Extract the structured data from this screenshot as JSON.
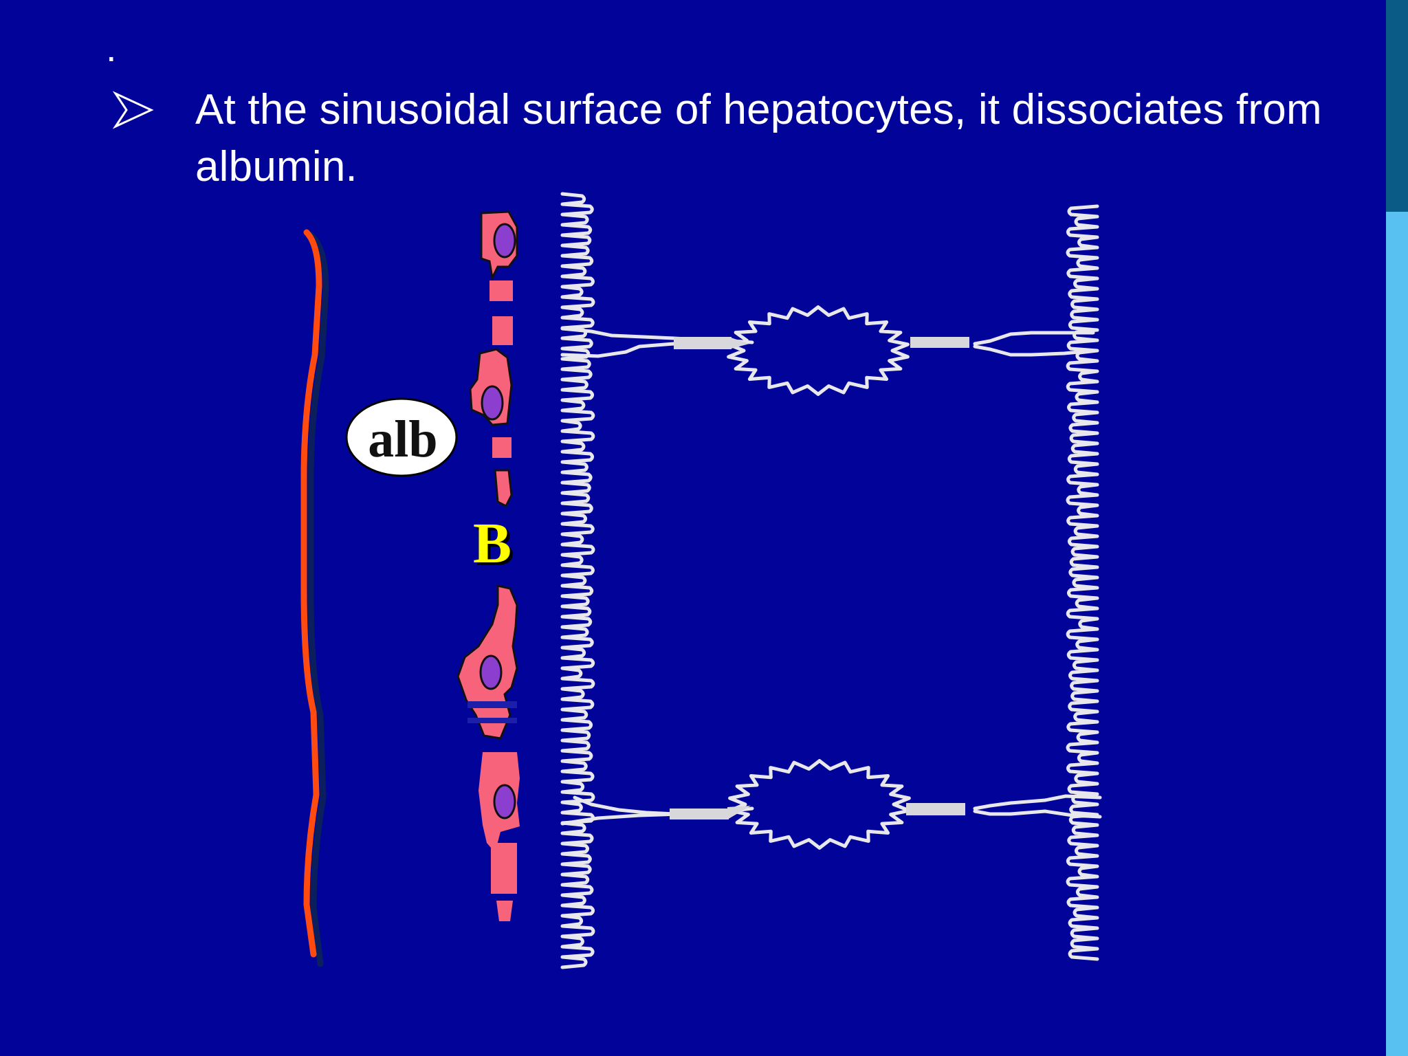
{
  "slide": {
    "marker_text": ".",
    "bullet_text": "At the sinusoidal surface of hepatocytes, it dissociates from albumin."
  },
  "diagram": {
    "albumin_label": "alb",
    "bilirubin_label": "B"
  },
  "colors": {
    "background": "#020499",
    "text": "#ffffff",
    "capillary_wall": "#ff4a10",
    "endothelial_cell": "#f7637a",
    "nucleus": "#8c3fcf",
    "hepatocyte_membrane": "#e8e8ec",
    "bilirubin_label": "#ffff00",
    "accent_strip_dark": "#0a5c86",
    "accent_strip_light": "#59c0f2"
  },
  "icons": {
    "bullet": "arrowhead-bullet-icon"
  }
}
